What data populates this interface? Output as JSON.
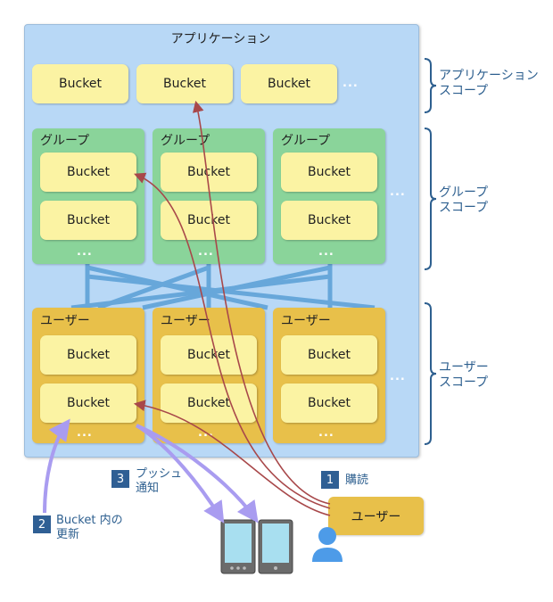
{
  "app": {
    "title": "アプリケーション",
    "buckets": [
      "Bucket",
      "Bucket",
      "Bucket"
    ],
    "more": "..."
  },
  "groups": [
    {
      "title": "グループ",
      "buckets": [
        "Bucket",
        "Bucket"
      ],
      "more": "..."
    },
    {
      "title": "グループ",
      "buckets": [
        "Bucket",
        "Bucket"
      ],
      "more": "..."
    },
    {
      "title": "グループ",
      "buckets": [
        "Bucket",
        "Bucket"
      ],
      "more": "..."
    }
  ],
  "groups_more": "...",
  "users": [
    {
      "title": "ユーザー",
      "buckets": [
        "Bucket",
        "Bucket"
      ],
      "more": "..."
    },
    {
      "title": "ユーザー",
      "buckets": [
        "Bucket",
        "Bucket"
      ],
      "more": "..."
    },
    {
      "title": "ユーザー",
      "buckets": [
        "Bucket",
        "Bucket"
      ],
      "more": "..."
    }
  ],
  "users_more": "...",
  "scopes": {
    "app": [
      "アプリケーション",
      "スコープ"
    ],
    "group": [
      "グループ",
      "スコープ"
    ],
    "user": [
      "ユーザー",
      "スコープ"
    ]
  },
  "steps": {
    "s1": {
      "num": "1",
      "label": "購読"
    },
    "s2": {
      "num": "2",
      "line1": "Bucket 内の",
      "line2": "更新"
    },
    "s3": {
      "num": "3",
      "line1": "プッシュ",
      "line2": "通知"
    }
  },
  "user_box": "ユーザー",
  "colors": {
    "app_bg": "#b8d8f6",
    "group_bg": "#8ad49a",
    "user_bg": "#e8c04a",
    "bucket_bg": "#fbf3a3",
    "connector": "#5a9fd6",
    "subscribe_arrow": "#a8484a",
    "push_arrow": "#a99cf0",
    "accent_text": "#2d5f8f"
  }
}
